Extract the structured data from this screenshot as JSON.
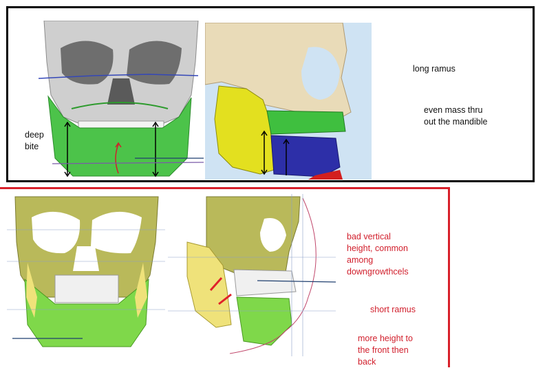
{
  "top_panel": {
    "border_color": "#000000",
    "annotations": {
      "deep_bite": "deep\nbite",
      "long_ramus": "long ramus",
      "even_mass": "even mass thru\nout the mandible"
    },
    "colors": {
      "bone": "#e8d9b5",
      "green": "#3fbf3f",
      "yellow": "#e3e01f",
      "blue": "#2d2fa8",
      "red": "#d31f1f"
    }
  },
  "bottom_panel": {
    "border_color": "#d8202a",
    "annotations": {
      "bad_vertical": "bad vertical\nheight, common\namong\ndowngrowthcels",
      "short_ramus": "short ramus",
      "more_height": "more height to\nthe front then\nback"
    },
    "colors": {
      "bone": "#b9b95a",
      "green": "#7fd84a",
      "yellow": "#efe27a",
      "tooth": "#f0f0f0"
    }
  }
}
